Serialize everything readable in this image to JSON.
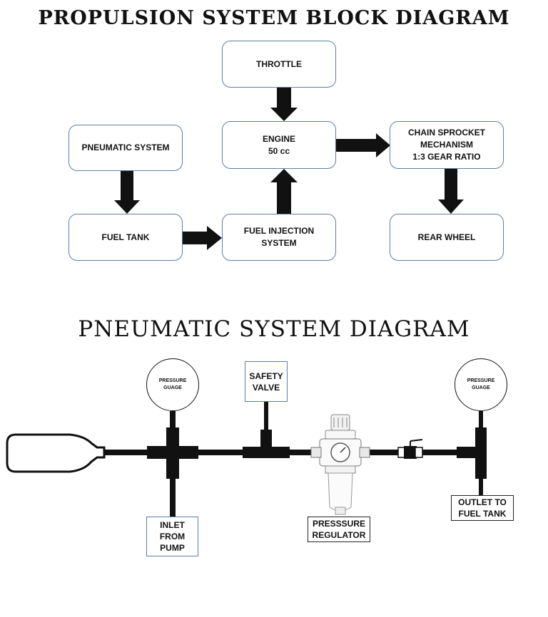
{
  "block_diagram": {
    "title": "PROPULSION SYSTEM BLOCK DIAGRAM",
    "blocks": {
      "throttle": "THROTTLE",
      "engine": "ENGINE\n50 cc",
      "pneumatic_system": "PNEUMATIC SYSTEM",
      "fuel_tank": "FUEL TANK",
      "fuel_injection": "FUEL INJECTION\nSYSTEM",
      "chain_sprocket": "CHAIN SPROCKET\nMECHANISM\n1:3 GEAR RATIO",
      "rear_wheel": "REAR WHEEL"
    }
  },
  "pneumatic_diagram": {
    "title": "PNEUMATIC SYSTEM DIAGRAM",
    "labels": {
      "pressure_gauge_left": "PRESSURE\nGUAGE",
      "pressure_gauge_right": "PRESSURE\nGUAGE",
      "safety_valve": "SAFETY\nVALVE",
      "inlet_from_pump": "INLET\nFROM\nPUMP",
      "pressure_regulator": "PRESSSURE\nREGULATOR",
      "outlet_to_fuel_tank": "OUTLET TO\nFUEL TANK"
    }
  }
}
